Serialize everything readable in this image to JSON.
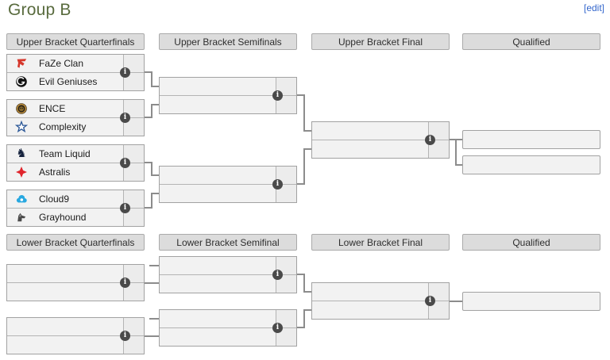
{
  "page": {
    "title": "Group B",
    "edit_label": "[edit]"
  },
  "upper_bracket": {
    "headers": [
      "Upper Bracket Quarterfinals",
      "Upper Bracket Semifinals",
      "Upper Bracket Final",
      "Qualified"
    ],
    "quarterfinals": [
      {
        "teams": [
          {
            "name": "FaZe Clan",
            "icon": "faze-clan-logo",
            "score": ""
          },
          {
            "name": "Evil Geniuses",
            "icon": "evil-geniuses-logo",
            "score": ""
          }
        ]
      },
      {
        "teams": [
          {
            "name": "ENCE",
            "icon": "ence-logo",
            "score": ""
          },
          {
            "name": "Complexity",
            "icon": "complexity-logo",
            "score": ""
          }
        ]
      },
      {
        "teams": [
          {
            "name": "Team Liquid",
            "icon": "team-liquid-logo",
            "score": ""
          },
          {
            "name": "Astralis",
            "icon": "astralis-logo",
            "score": ""
          }
        ]
      },
      {
        "teams": [
          {
            "name": "Cloud9",
            "icon": "cloud9-logo",
            "score": ""
          },
          {
            "name": "Grayhound",
            "icon": "grayhound-logo",
            "score": ""
          }
        ]
      }
    ]
  },
  "lower_bracket": {
    "headers": [
      "Lower Bracket Quarterfinals",
      "Lower Bracket Semifinal",
      "Lower Bracket Final",
      "Qualified"
    ]
  },
  "icons": {
    "match_info": "i"
  },
  "colors": {
    "heading_green": "#596b3e",
    "edit_link_blue": "#3366cc",
    "header_bg": "#dcdcdc",
    "cell_bg": "#f2f2f2",
    "score_bg": "#ececec",
    "border_gray": "#a2a2a2",
    "connector_gray": "#8c8c8c",
    "info_icon_bg": "#4a4a4a",
    "faze_red": "#d6372c",
    "eg_black": "#111111",
    "ence_gold": "#b98a3a",
    "complexity_blue": "#2b5797",
    "liquid_navy": "#15223d",
    "astralis_red": "#e0252c",
    "cloud9_blue": "#28a8e0",
    "grayhound_gray": "#4b4b4b"
  }
}
